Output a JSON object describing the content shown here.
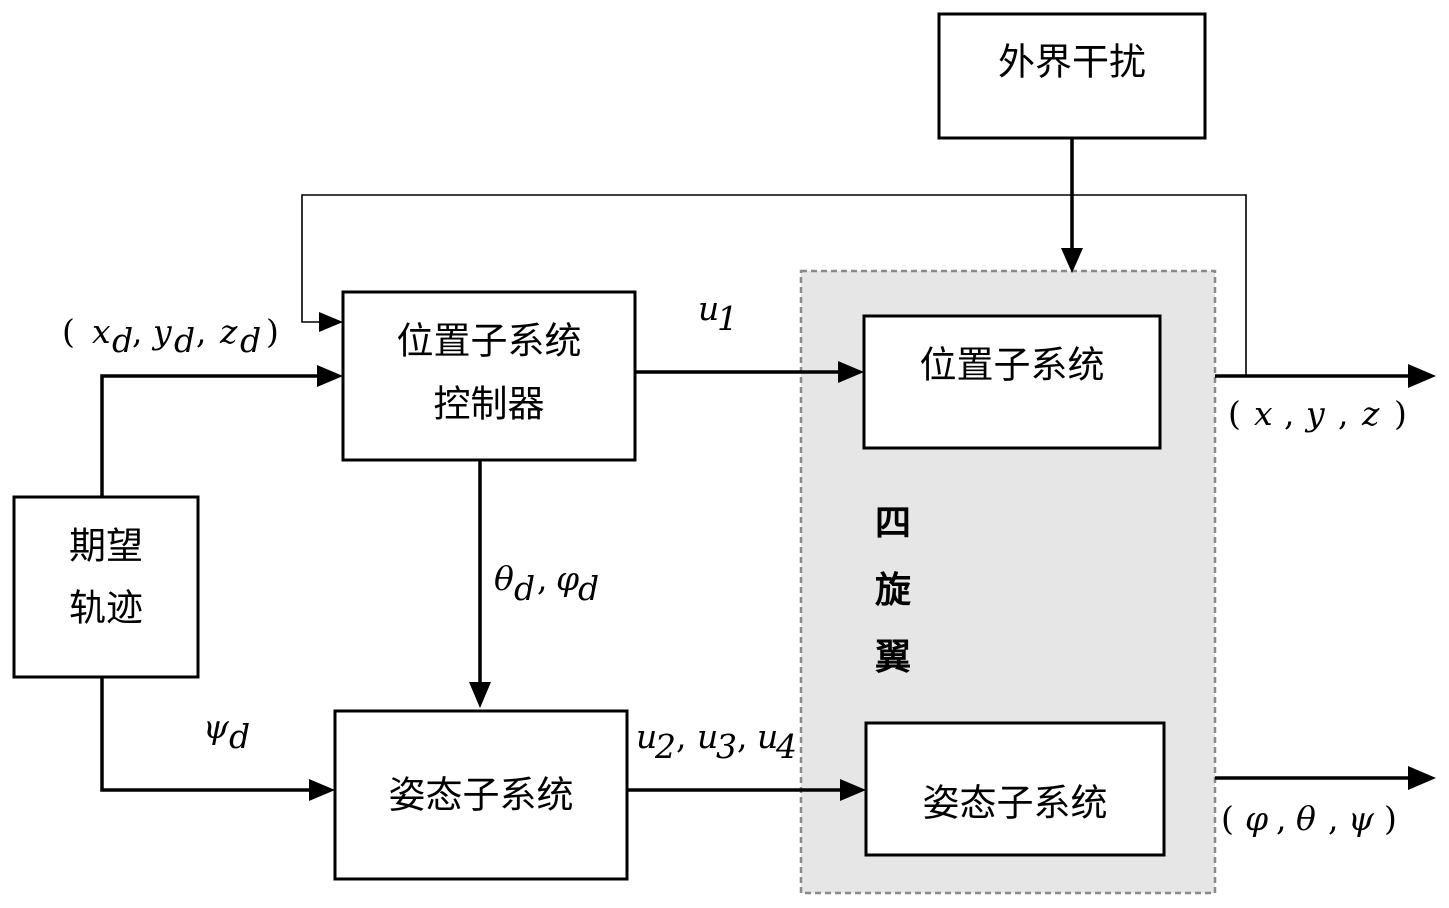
{
  "blocks": {
    "external_disturbance": "外界干扰",
    "position_controller_line1": "位置子系统",
    "position_controller_line2": "控制器",
    "desired_trajectory_line1": "期望",
    "desired_trajectory_line2": "轨迹",
    "attitude_controller": "姿态子系统",
    "quad_position_subsystem": "位置子系统",
    "quad_attitude_subsystem": "姿态子系统",
    "quadrotor_char1": "四",
    "quadrotor_char2": "旋",
    "quadrotor_char3": "翼"
  },
  "signals": {
    "desired_position": "(xd , yd , zd)",
    "u1": "u1",
    "theta_phi_desired": "θd , φd",
    "psi_desired": "ψd",
    "u234": "u2 , u3 , u4",
    "position_output": "(x , y , z)",
    "attitude_output": "(φ , θ , ψ)"
  },
  "signal_parts": {
    "xd_x": "x",
    "xd_sub": "d",
    "yd_y": "y",
    "yd_sub": "d",
    "zd_z": "z",
    "zd_sub": "d",
    "u1_u": "u",
    "u1_sub": "1",
    "theta_sym": "θ",
    "theta_sub": "d",
    "phi_sym": "φ",
    "phi_sub": "d",
    "psi_sym": "ψ",
    "psi_sub": "d",
    "u2_u": "u",
    "u2_sub": "2",
    "u3_u": "u",
    "u3_sub": "3",
    "u4_u": "u",
    "u4_sub": "4",
    "out_x": "x",
    "out_y": "y",
    "out_z": "z",
    "out_phi": "φ",
    "out_theta": "θ",
    "out_psi": "ψ",
    "open_paren": "(",
    "close_paren": ")",
    "comma": ","
  }
}
